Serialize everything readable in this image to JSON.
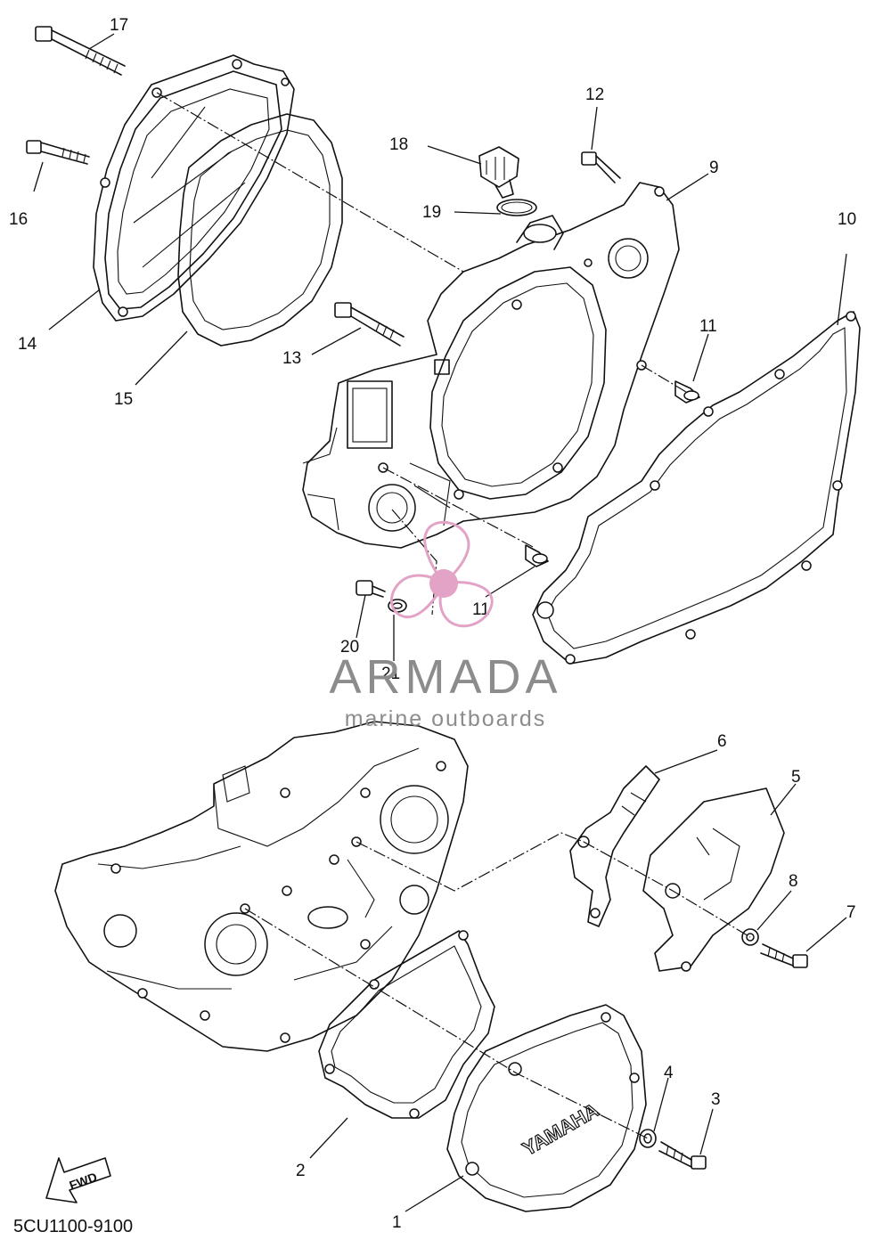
{
  "diagram": {
    "callouts": [
      "1",
      "2",
      "3",
      "4",
      "5",
      "6",
      "7",
      "8",
      "9",
      "10",
      "11",
      "11",
      "12",
      "13",
      "14",
      "15",
      "16",
      "17",
      "18",
      "19",
      "20",
      "21"
    ],
    "embossed_logo": "YAMAHA",
    "fwd_label": "FWD",
    "part_code": "5CU1100-9100"
  },
  "watermark": {
    "title": "ARMADA",
    "subtitle": "marine outboards",
    "title_color": "#8c8c8c",
    "accent_color": "#e2a3c7"
  }
}
